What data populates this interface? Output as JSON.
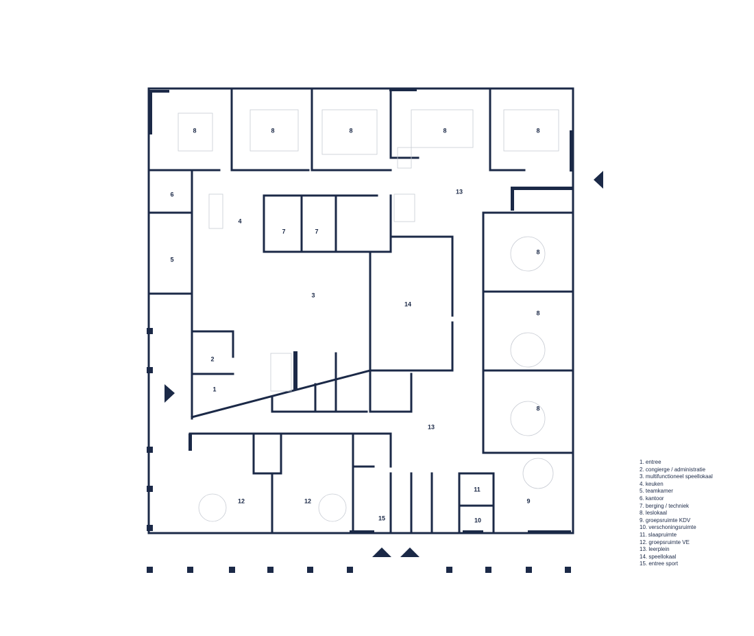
{
  "plan": {
    "accent_color": "#1b2947",
    "rooms": [
      {
        "num": "8"
      },
      {
        "num": "8"
      },
      {
        "num": "8"
      },
      {
        "num": "8"
      },
      {
        "num": "8"
      },
      {
        "num": "13"
      },
      {
        "num": "6"
      },
      {
        "num": "4"
      },
      {
        "num": "7"
      },
      {
        "num": "7"
      },
      {
        "num": "5"
      },
      {
        "num": "8"
      },
      {
        "num": "3"
      },
      {
        "num": "14"
      },
      {
        "num": "8"
      },
      {
        "num": "2"
      },
      {
        "num": "1"
      },
      {
        "num": "8"
      },
      {
        "num": "13"
      },
      {
        "num": "12"
      },
      {
        "num": "12"
      },
      {
        "num": "11"
      },
      {
        "num": "9"
      },
      {
        "num": "15"
      },
      {
        "num": "10"
      }
    ]
  },
  "legend": [
    "1. entree",
    "2. congierge / administratie",
    "3. multifunctioneel speellokaal",
    "4. keuken",
    "5. teamkamer",
    "6. kantoor",
    "7. berging / techniek",
    "8. leslokaal",
    "9. groepsruimte KDV",
    "10. verschoningsruimte",
    "11. slaapruimte",
    "12. groepsruimte VE",
    "13. leerplein",
    "14. speellokaal",
    "15. entree sport"
  ]
}
